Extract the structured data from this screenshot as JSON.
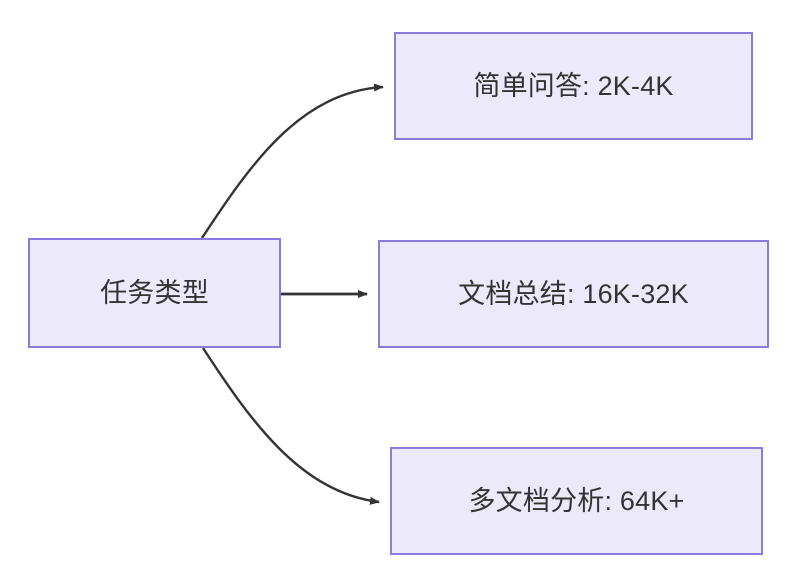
{
  "diagram": {
    "type": "flowchart",
    "direction": "left-to-right",
    "background_color": "#ffffff",
    "node_fill_color": "#ece9fb",
    "node_border_color": "#8c7ae0",
    "node_text_color": "#333333",
    "edge_color": "#333333",
    "nodes": [
      {
        "id": "source",
        "label": "任务类型",
        "role": "root"
      },
      {
        "id": "simple_qa",
        "label": "简单问答: 2K-4K",
        "role": "leaf"
      },
      {
        "id": "doc_summary",
        "label": "文档总结: 16K-32K",
        "role": "leaf"
      },
      {
        "id": "multi_doc",
        "label": "多文档分析: 64K+",
        "role": "leaf"
      }
    ],
    "edges": [
      {
        "from": "source",
        "to": "simple_qa",
        "label": "",
        "style": "curved-arrow"
      },
      {
        "from": "source",
        "to": "doc_summary",
        "label": "",
        "style": "straight-arrow"
      },
      {
        "from": "source",
        "to": "multi_doc",
        "label": "",
        "style": "curved-arrow"
      }
    ]
  }
}
